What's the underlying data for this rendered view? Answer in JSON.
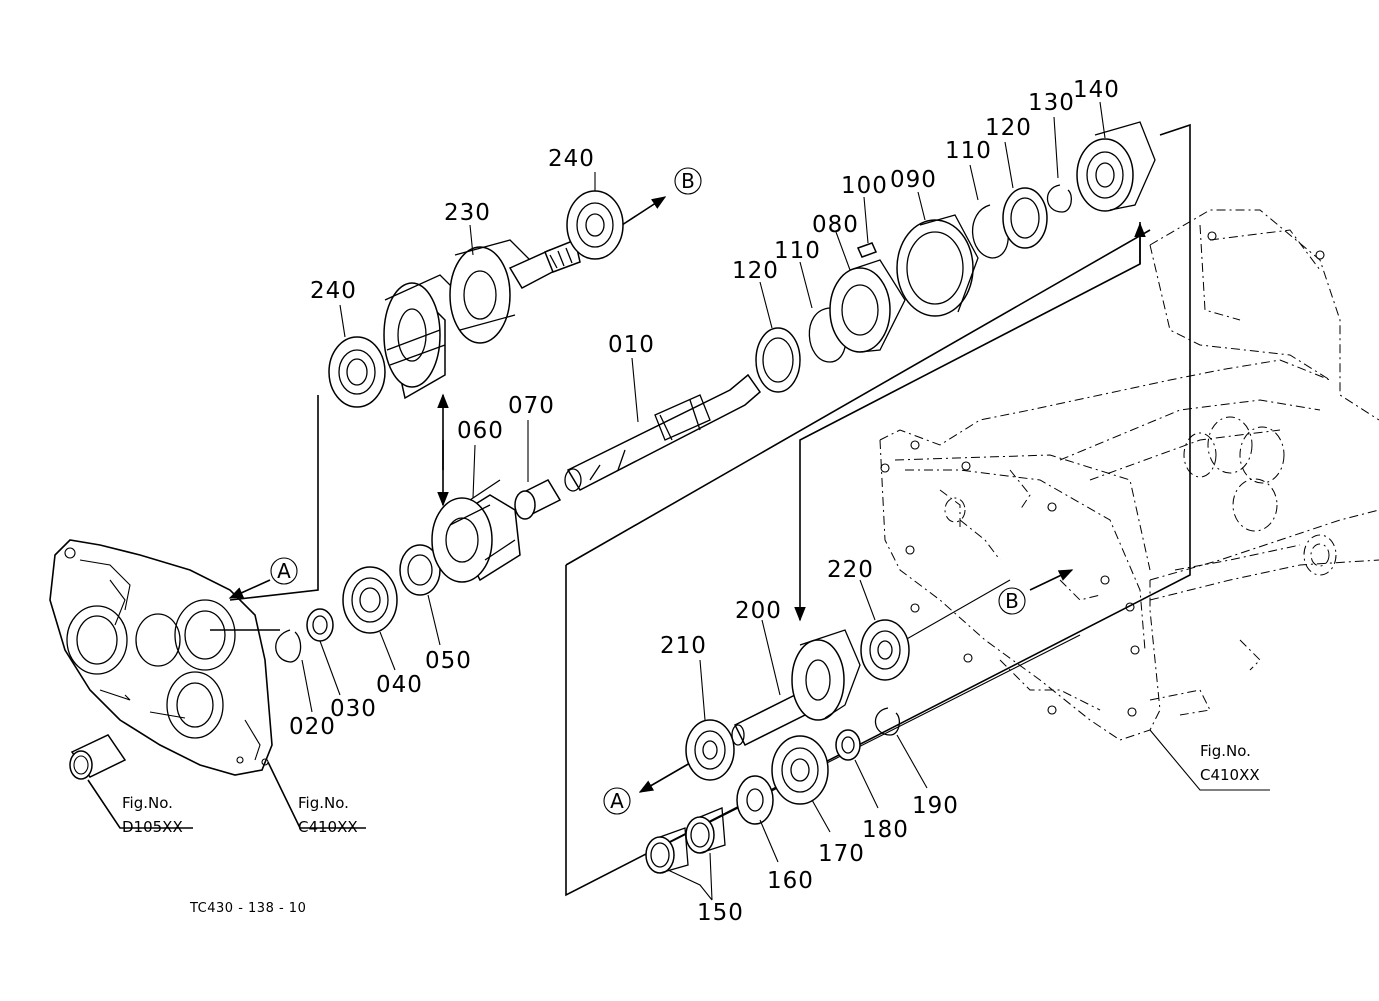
{
  "diagram_code": "TC430 - 138 - 10",
  "part_numbers": {
    "p010": "010",
    "p020": "020",
    "p030": "030",
    "p040": "040",
    "p050": "050",
    "p060": "060",
    "p070": "070",
    "p080": "080",
    "p090": "090",
    "p100": "100",
    "p110a": "110",
    "p110b": "110",
    "p120a": "120",
    "p120b": "120",
    "p130": "130",
    "p140": "140",
    "p150": "150",
    "p160": "160",
    "p170": "170",
    "p180": "180",
    "p190": "190",
    "p200": "200",
    "p210": "210",
    "p220": "220",
    "p230": "230",
    "p240a": "240",
    "p240b": "240"
  },
  "references": {
    "fig_label": "Fig.No.",
    "fig_left": "D105XX",
    "fig_mid": "C410XX",
    "fig_right": "C410XX"
  },
  "markers": {
    "a": "A",
    "b": "B"
  }
}
